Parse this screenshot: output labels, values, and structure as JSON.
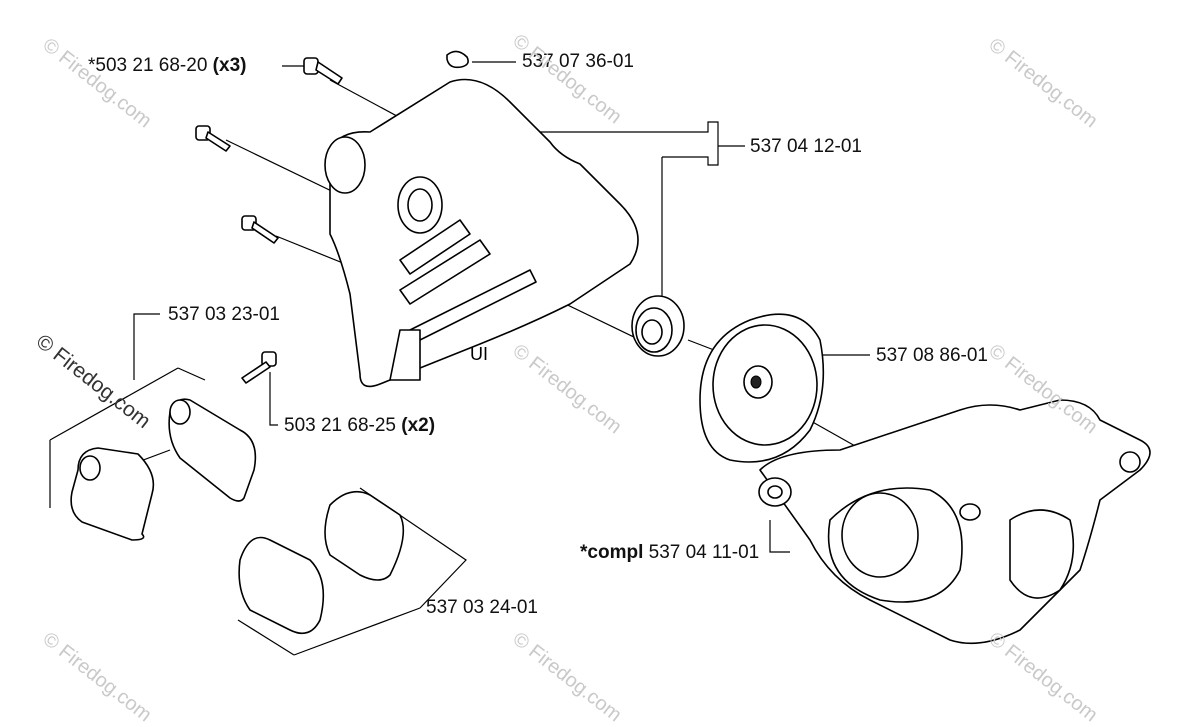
{
  "callouts": {
    "screw_top": {
      "number": "*503 21 68-20",
      "qty": "(x3)"
    },
    "circlip": {
      "number": "537 07 36-01"
    },
    "crankcase_half": {
      "number": "537 04 12-01"
    },
    "holder": {
      "number": "537 03 23-01"
    },
    "screw_small": {
      "number": "503 21 68-25",
      "qty": "(x2)"
    },
    "fan_cover": {
      "number": "537 08 86-01"
    },
    "crankcase_compl": {
      "prefix": "*compl",
      "number": "537 04 11-01"
    },
    "bushing": {
      "number": "537 03 24-01"
    }
  },
  "watermarks": {
    "brand_dark": "© Firedog.com",
    "brand_light": "© Firedog.com"
  },
  "colors": {
    "line": "#000000",
    "watermark": "#c9c9c9",
    "background": "#ffffff"
  }
}
